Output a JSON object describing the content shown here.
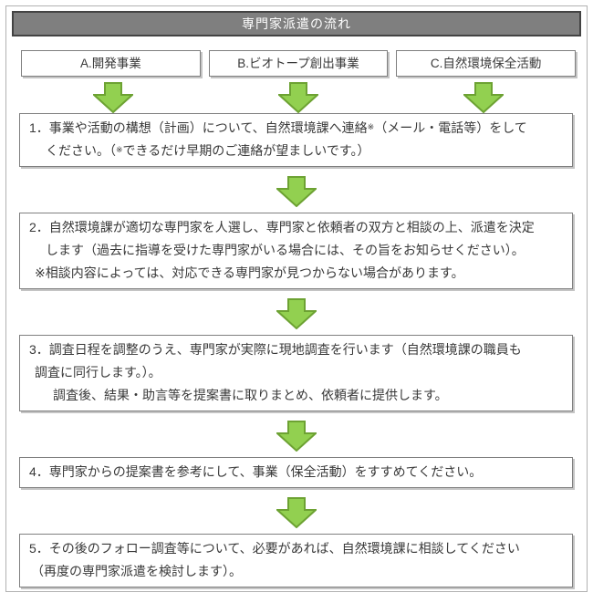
{
  "title": "専門家派遣の流れ",
  "categories": [
    {
      "id": "a",
      "label": "A.開発事業"
    },
    {
      "id": "b",
      "label": "B.ビオトープ創出事業"
    },
    {
      "id": "c",
      "label": "C.自然環境保全活動"
    }
  ],
  "steps": [
    {
      "number": "1",
      "lines": [
        {
          "style": "num",
          "segments": [
            {
              "text": "1．事業や活動の構想（計画）について、自然環境課へ連絡"
            },
            {
              "text": "※",
              "sup": true
            },
            {
              "text": "（メール・電話等）をして"
            }
          ]
        },
        {
          "style": "body",
          "segments": [
            {
              "text": "ください。（"
            },
            {
              "text": "※",
              "sup": true
            },
            {
              "text": "できるだけ早期のご連絡が望ましいです。）"
            }
          ]
        }
      ]
    },
    {
      "number": "2",
      "lines": [
        {
          "style": "num",
          "segments": [
            {
              "text": "2．自然環境課が適切な専門家を人選し、専門家と依頼者の双方と相談の上、派遣を決定"
            }
          ]
        },
        {
          "style": "body",
          "segments": [
            {
              "text": "します（過去に指導を受けた専門家がいる場合には、その旨をお知らせください）。"
            }
          ]
        },
        {
          "style": "note",
          "segments": [
            {
              "text": "※相談内容によっては、対応できる専門家が見つからない場合があります。"
            }
          ]
        }
      ]
    },
    {
      "number": "3",
      "lines": [
        {
          "style": "num",
          "segments": [
            {
              "text": "3．調査日程を調整のうえ、専門家が実際に現地調査を行います（自然環境課の職員も"
            }
          ]
        },
        {
          "style": "note",
          "segments": [
            {
              "text": "調査に同行します。）。"
            }
          ]
        },
        {
          "style": "indent2",
          "segments": [
            {
              "text": "調査後、結果・助言等を提案書に取りまとめ、依頼者に提供します。"
            }
          ]
        }
      ]
    },
    {
      "number": "4",
      "lines": [
        {
          "style": "num",
          "segments": [
            {
              "text": "4．専門家からの提案書を参考にして、事業（保全活動）をすすめてください。"
            }
          ]
        }
      ]
    },
    {
      "number": "5",
      "lines": [
        {
          "style": "num",
          "segments": [
            {
              "text": "5．その後のフォロー調査等について、必要があれば、自然環境課に相談してください"
            }
          ]
        },
        {
          "style": "paren",
          "segments": [
            {
              "text": "（再度の専門家派遣を検討します）。"
            }
          ]
        }
      ]
    }
  ],
  "icons": {
    "down_arrow": "down-arrow-icon"
  },
  "colors": {
    "title_bg": "#7f7f7f",
    "title_border": "#434343",
    "title_text": "#ffffff",
    "box_bg": "#ffffff",
    "box_border": "#7f7f7f",
    "frame_border": "#b2b2b2",
    "arrow_fill": "#92d050",
    "arrow_stroke": "#6da233",
    "text": "#383838",
    "shadow": "#c4c4c4"
  }
}
